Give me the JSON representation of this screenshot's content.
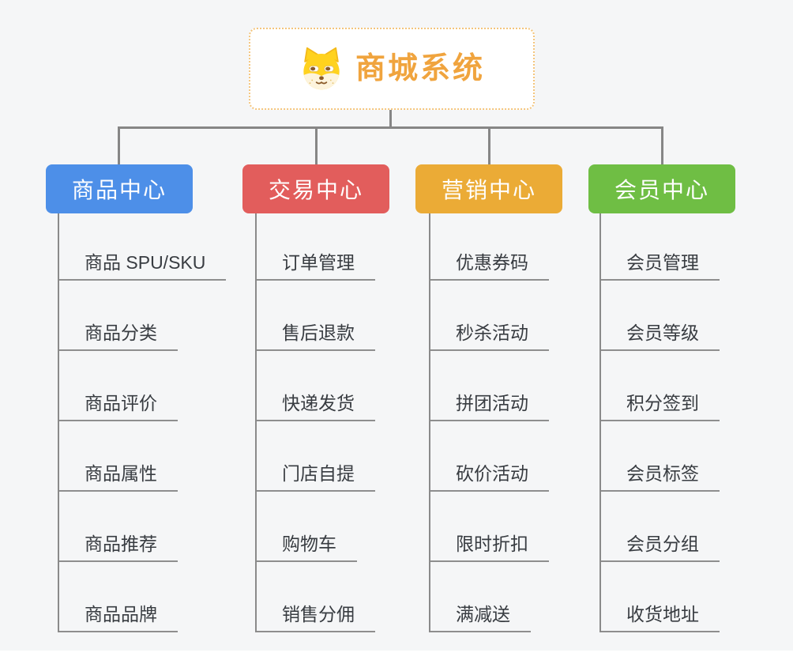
{
  "root": {
    "title": "商城系统",
    "icon": "shiba-dog-icon"
  },
  "branches": [
    {
      "label": "商品中心",
      "color": "#4d8fe8",
      "children": [
        "商品 SPU/SKU",
        "商品分类",
        "商品评价",
        "商品属性",
        "商品推荐",
        "商品品牌"
      ]
    },
    {
      "label": "交易中心",
      "color": "#e25d5c",
      "children": [
        "订单管理",
        "售后退款",
        "快递发货",
        "门店自提",
        "购物车",
        "销售分佣"
      ]
    },
    {
      "label": "营销中心",
      "color": "#ebab36",
      "children": [
        "优惠券码",
        "秒杀活动",
        "拼团活动",
        "砍价活动",
        "限时折扣",
        "满减送"
      ]
    },
    {
      "label": "会员中心",
      "color": "#6fbe44",
      "children": [
        "会员管理",
        "会员等级",
        "积分签到",
        "会员标签",
        "会员分组",
        "收货地址"
      ]
    }
  ],
  "colors": {
    "root_text": "#f0a43e",
    "root_border": "#f4c57c",
    "connector": "#868686",
    "underline": "#8e8e8e",
    "leaf_text": "#383c41",
    "background": "#f5f6f7"
  }
}
